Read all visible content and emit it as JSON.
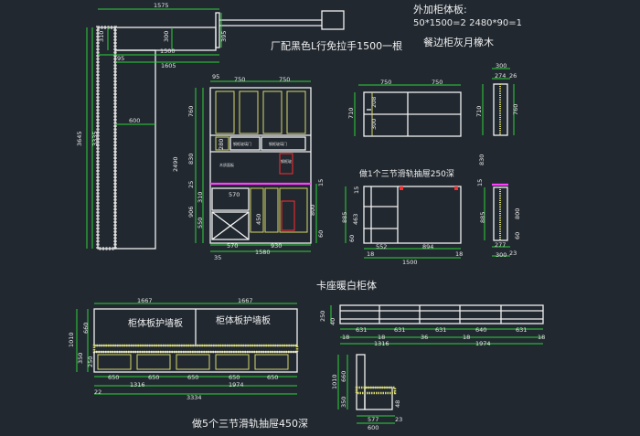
{
  "notes": {
    "extra_panels_title": "外加柜体板:",
    "extra_panels_spec": "50*1500=2   2480*90=1",
    "handle_note": "厂配黑色L行免拉手1500一根",
    "side_cabinet_note": "餐边柜灰月橡木",
    "drawer_note_1": "做1个三节滑轨抽屉250深",
    "seat_cabinet_title": "卡座暖白柜体",
    "bench_panel_left": "柜体板护墙板",
    "bench_panel_right": "柜体板护墙板",
    "drawer_note_2": "做5个三节滑轨抽屉450深"
  },
  "tiny_labels": {
    "upper_left": "钢框玻璃门",
    "upper_right": "钢框玻璃门",
    "mid_left": "木质面板",
    "mid_right": "钢框玻"
  },
  "dims": {
    "d1575": "1575",
    "d310": "310",
    "d300": "300",
    "d395": "395",
    "d1500a": "1500",
    "d95a": "95",
    "d1605": "1605",
    "d600": "600",
    "d3645": "3645",
    "d3335": "3335",
    "d95b": "95",
    "d750a": "750",
    "d750b": "750",
    "d760a": "760",
    "d2490": "2490",
    "d830a": "830",
    "d280": "280",
    "d25a": "25",
    "d15a": "15",
    "d310b": "310",
    "d570a": "570",
    "d906": "906",
    "d550": "550",
    "d450": "450",
    "d800a": "800",
    "d60a": "60",
    "d570b": "570",
    "d930": "930",
    "d1580": "1580",
    "d35": "35",
    "d750c": "750",
    "d750d": "750",
    "d710a": "710",
    "d208": "208",
    "d300b": "300",
    "d300c": "300",
    "d274": "274",
    "d26": "26",
    "d760b": "760",
    "d830b": "830",
    "d710b": "710",
    "d15b": "15",
    "d885a": "885",
    "d463": "463",
    "d60b": "60",
    "d18a": "18",
    "d552": "552",
    "d894": "894",
    "d18b": "18",
    "d1500b": "1500",
    "d885b": "885",
    "d15c": "15",
    "d800b": "800",
    "d60c": "60",
    "d277": "277",
    "d23a": "23",
    "d300d": "300",
    "d1667a": "1667",
    "d1667b": "1667",
    "d660a": "660",
    "d1010a": "1010",
    "d350a": "350",
    "d250": "250",
    "d650a": "650",
    "d650b": "650",
    "d650c": "650",
    "d650d": "650",
    "d650e": "650",
    "d1316a": "1316",
    "d1974a": "1974",
    "d22": "22",
    "d3334": "3334",
    "d250b": "250",
    "d40": "40",
    "d631a": "631",
    "d631b": "631",
    "d631c": "631",
    "d640": "640",
    "d631d": "631",
    "d18c": "18",
    "d18d": "18",
    "d36": "36",
    "d18e": "18",
    "d18f": "18",
    "d1316b": "1316",
    "d1974b": "1974",
    "d660b": "660",
    "d1010b": "1010",
    "d350b": "350",
    "d600b": "600",
    "d577": "577",
    "d23b": "23",
    "d48": "48"
  }
}
